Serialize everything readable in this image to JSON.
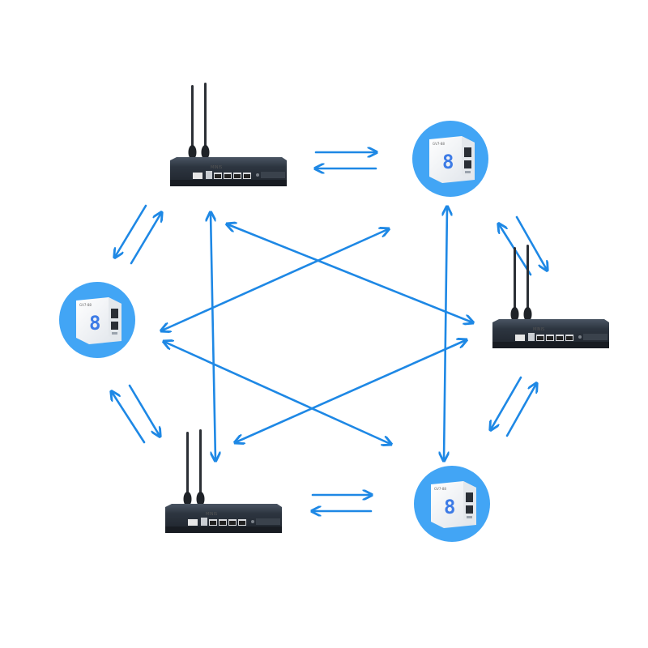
{
  "colors": {
    "arrow": "#1e88e5",
    "circle": "#42a5f5",
    "router_body": "#2d3540",
    "cube_body": "#f4f6f8",
    "logo": "#3d7be6"
  },
  "devices": [
    {
      "name": "router-top-left",
      "kind": "router"
    },
    {
      "name": "gateway-top-right",
      "kind": "gateway",
      "model_text": "GV7-88"
    },
    {
      "name": "router-right",
      "kind": "router"
    },
    {
      "name": "gateway-bottom-right",
      "kind": "gateway",
      "model_text": "GV7-88"
    },
    {
      "name": "router-bottom-left",
      "kind": "router"
    },
    {
      "name": "gateway-left",
      "kind": "gateway",
      "model_text": "GV7-88"
    }
  ],
  "router_brand": "MINIS",
  "icons": {
    "router": "network-router-icon",
    "gateway": "gateway-cube-icon"
  }
}
